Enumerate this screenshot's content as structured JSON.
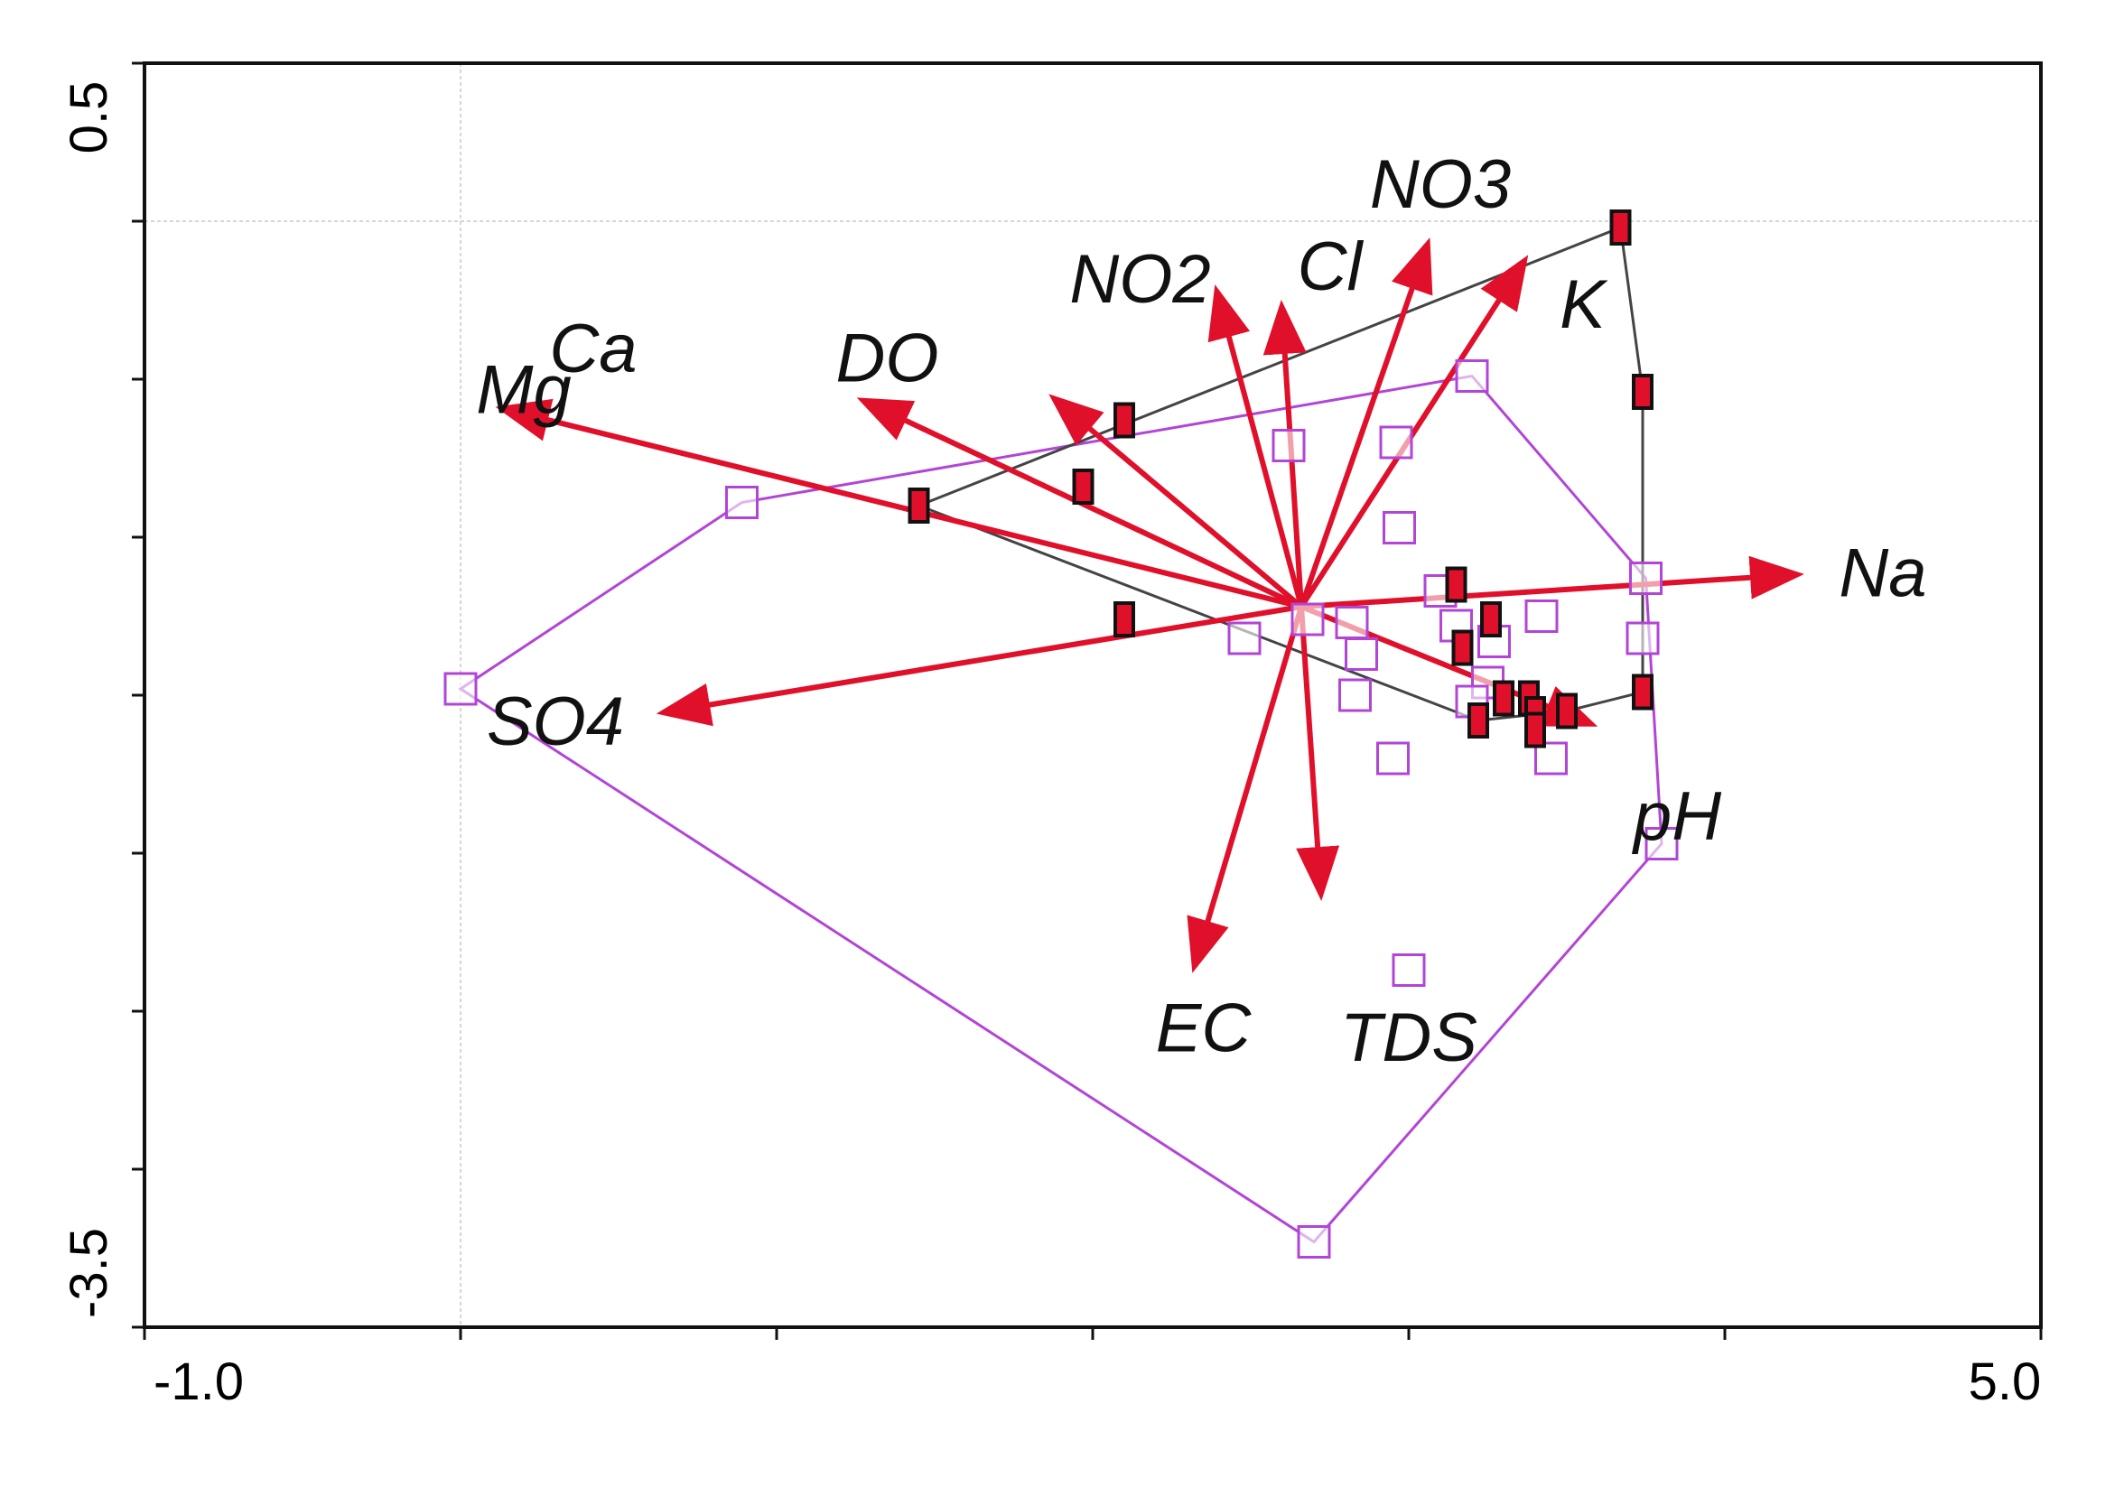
{
  "chart_data": {
    "type": "scatter",
    "title": "",
    "xlabel": "",
    "ylabel": "",
    "xlim": [
      -1.0,
      5.0
    ],
    "ylim": [
      -3.5,
      0.5
    ],
    "x_tick_labels": [
      "-1.0",
      "5.0"
    ],
    "y_tick_labels": [
      "0.5",
      "-3.5"
    ],
    "x_ticks": [
      -1.0,
      0.0,
      1.0,
      2.0,
      3.0,
      4.0,
      5.0
    ],
    "y_ticks": [
      0.5,
      0.0,
      -0.5,
      -1.0,
      -1.5,
      -2.0,
      -2.5,
      -3.0,
      -3.5
    ],
    "grid_x": [
      0.0
    ],
    "grid_y": [
      0.0
    ],
    "colors": {
      "vector": "#e0102b",
      "group_a": "#b245d6",
      "group_b": "#444444",
      "filled_marker": "#e0102b"
    },
    "vectors": {
      "origin": [
        2.66,
        -1.22
      ],
      "items": [
        {
          "name": "Mg",
          "tip": [
            0.16,
            -0.6
          ],
          "label_at": [
            0.2,
            -0.55
          ]
        },
        {
          "name": "Ca",
          "tip": [
            1.3,
            -0.58
          ],
          "label_at": [
            0.42,
            -0.42
          ]
        },
        {
          "name": "DO",
          "tip": [
            1.9,
            -0.58
          ],
          "label_at": [
            1.35,
            -0.45
          ]
        },
        {
          "name": "NO2",
          "tip": [
            2.4,
            -0.25
          ],
          "label_at": [
            2.15,
            -0.2
          ]
        },
        {
          "name": "Cl",
          "tip": [
            2.6,
            -0.3
          ],
          "label_at": [
            2.75,
            -0.16
          ]
        },
        {
          "name": "NO3",
          "tip": [
            3.05,
            -0.1
          ],
          "label_at": [
            3.1,
            0.1
          ]
        },
        {
          "name": "K",
          "tip": [
            3.35,
            -0.15
          ],
          "label_at": [
            3.55,
            -0.28
          ]
        },
        {
          "name": "Na",
          "tip": [
            4.2,
            -1.12
          ],
          "label_at": [
            4.5,
            -1.13
          ]
        },
        {
          "name": "SO4",
          "tip": [
            0.67,
            -1.55
          ],
          "label_at": [
            0.3,
            -1.6
          ]
        },
        {
          "name": "pH",
          "tip": [
            3.55,
            -1.58
          ],
          "label_at": [
            3.85,
            -1.9
          ]
        },
        {
          "name": "EC",
          "tip": [
            2.33,
            -2.33
          ],
          "label_at": [
            2.35,
            -2.57
          ]
        },
        {
          "name": "TDS",
          "tip": [
            2.72,
            -2.1
          ],
          "label_at": [
            3.0,
            -2.6
          ]
        }
      ]
    },
    "series": [
      {
        "marker": "open-square",
        "hull_order": [
          [
            0.89,
            -0.89
          ],
          [
            0.0,
            -1.48
          ],
          [
            2.7,
            -3.23
          ],
          [
            3.8,
            -1.97
          ],
          [
            3.75,
            -1.13
          ],
          [
            3.2,
            -0.49
          ]
        ],
        "points": [
          [
            0.89,
            -0.89
          ],
          [
            0.0,
            -1.48
          ],
          [
            2.7,
            -3.23
          ],
          [
            3.8,
            -1.97
          ],
          [
            3.75,
            -1.13
          ],
          [
            3.2,
            -0.49
          ],
          [
            2.62,
            -0.71
          ],
          [
            2.96,
            -0.7
          ],
          [
            2.97,
            -0.97
          ],
          [
            2.48,
            -1.32
          ],
          [
            2.68,
            -1.26
          ],
          [
            2.82,
            -1.27
          ],
          [
            2.85,
            -1.37
          ],
          [
            3.1,
            -1.17
          ],
          [
            3.15,
            -1.28
          ],
          [
            3.27,
            -1.33
          ],
          [
            3.42,
            -1.25
          ],
          [
            3.74,
            -1.32
          ],
          [
            2.83,
            -1.5
          ],
          [
            3.25,
            -1.46
          ],
          [
            3.2,
            -1.52
          ],
          [
            2.95,
            -1.7
          ],
          [
            3.45,
            -1.7
          ],
          [
            3.0,
            -2.37
          ]
        ]
      },
      {
        "marker": "filled-bar",
        "hull_order": [
          [
            1.45,
            -0.9
          ],
          [
            3.67,
            -0.02
          ],
          [
            3.74,
            -0.54
          ],
          [
            3.74,
            -1.49
          ],
          [
            3.5,
            -1.55
          ],
          [
            3.22,
            -1.58
          ]
        ],
        "points": [
          [
            1.45,
            -0.9
          ],
          [
            3.67,
            -0.02
          ],
          [
            3.74,
            -0.54
          ],
          [
            3.74,
            -1.49
          ],
          [
            3.5,
            -1.55
          ],
          [
            3.22,
            -1.58
          ],
          [
            2.1,
            -0.63
          ],
          [
            1.97,
            -0.84
          ],
          [
            2.1,
            -1.26
          ],
          [
            3.15,
            -1.15
          ],
          [
            3.26,
            -1.26
          ],
          [
            3.17,
            -1.35
          ],
          [
            3.3,
            -1.51
          ],
          [
            3.38,
            -1.51
          ],
          [
            3.4,
            -1.56
          ],
          [
            3.4,
            -1.61
          ]
        ]
      }
    ]
  }
}
